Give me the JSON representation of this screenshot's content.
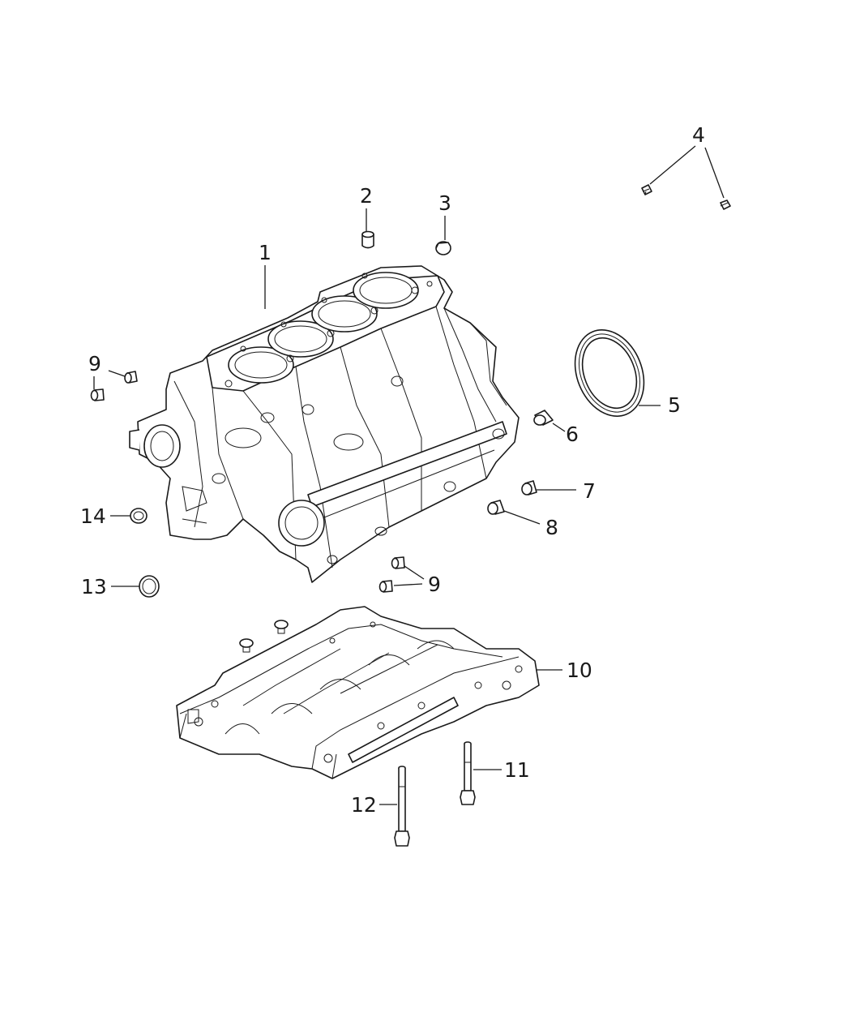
{
  "diagram": {
    "callouts": {
      "c1": "1",
      "c2": "2",
      "c3": "3",
      "c4": "4",
      "c5": "5",
      "c6": "6",
      "c7": "7",
      "c8": "8",
      "c9a": "9",
      "c9b": "9",
      "c10": "10",
      "c11": "11",
      "c12": "12",
      "c13": "13",
      "c14": "14"
    },
    "colors": {
      "line": "#1a1a1a",
      "background": "#ffffff"
    }
  }
}
